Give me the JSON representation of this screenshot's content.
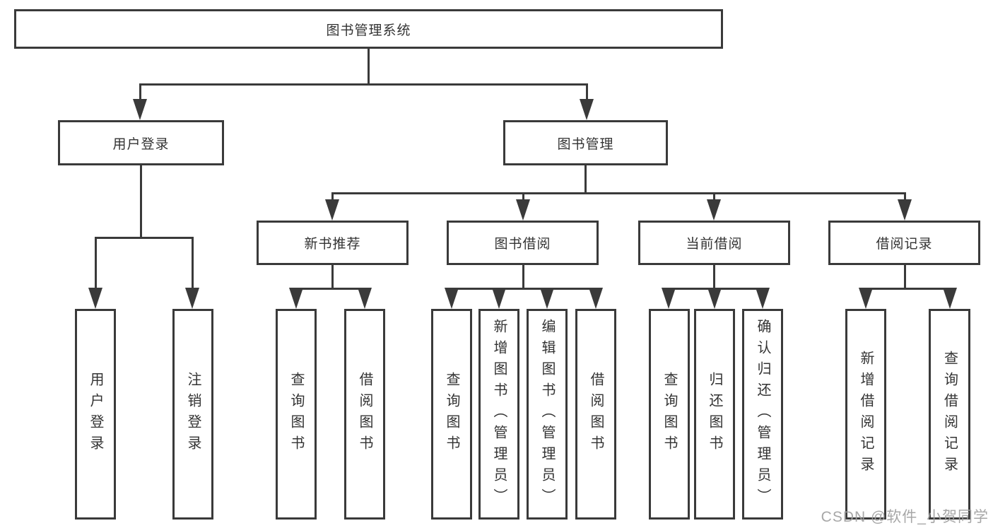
{
  "diagram": {
    "root_label": "图书管理系统",
    "branches": [
      {
        "label": "用户登录",
        "children": [
          "用户登录",
          "注销登录"
        ]
      },
      {
        "label": "图书管理",
        "children_groups": [
          {
            "label": "新书推荐",
            "children": [
              "查询图书",
              "借阅图书"
            ]
          },
          {
            "label": "图书借阅",
            "children": [
              "查询图书",
              "新增图书（管理员）",
              "编辑图书（管理员）",
              "借阅图书"
            ]
          },
          {
            "label": "当前借阅",
            "children": [
              "查询图书",
              "归还图书",
              "确认归还（管理员）"
            ]
          },
          {
            "label": "借阅记录",
            "children": [
              "新增借阅记录",
              "查询借阅记录"
            ]
          }
        ]
      }
    ],
    "watermark": "CSDN @软件_小贺同学"
  }
}
